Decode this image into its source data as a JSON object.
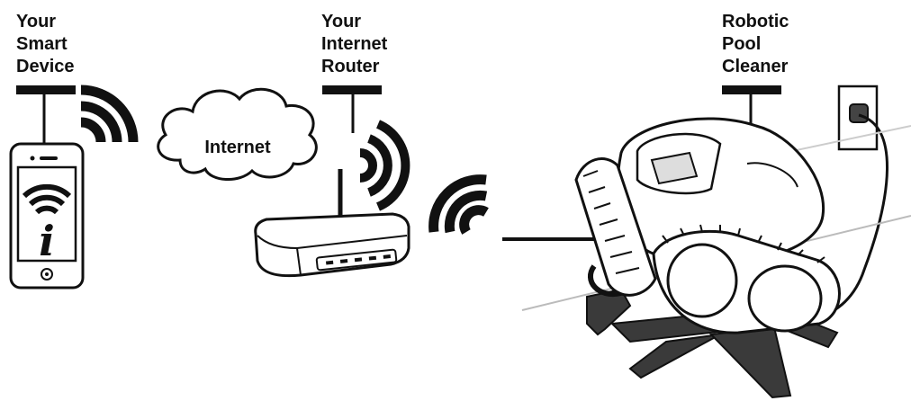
{
  "labels": {
    "device": [
      "Your",
      "Smart",
      "Device"
    ],
    "router": [
      "Your",
      "Internet",
      "Router"
    ],
    "cleaner": [
      "Robotic",
      "Pool",
      "Cleaner"
    ]
  },
  "cloud_label": "Internet",
  "phone_glyph": "i",
  "colors": {
    "ink": "#111111",
    "stand": "#3a3a3a",
    "body": "#ffffff"
  }
}
